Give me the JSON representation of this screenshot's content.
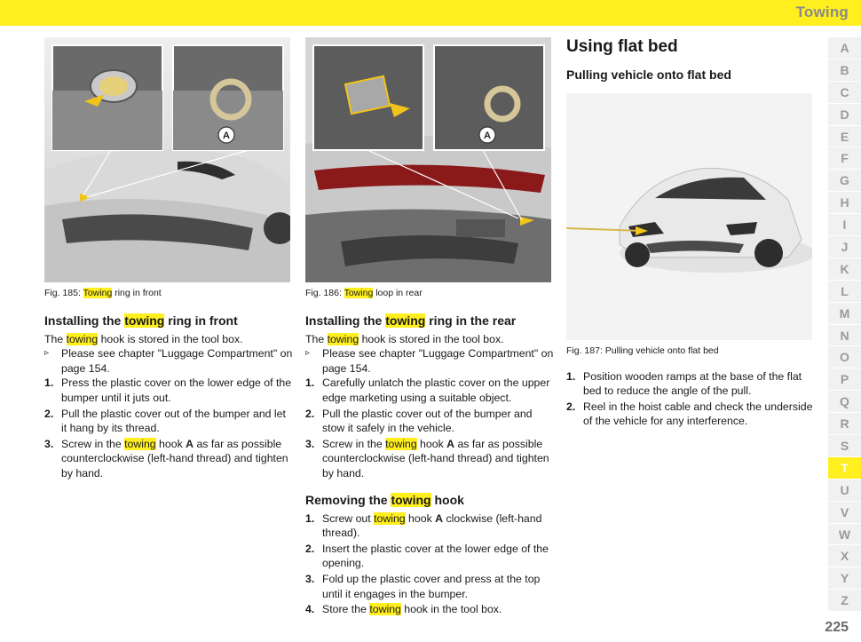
{
  "header": {
    "section": "Towing"
  },
  "col1": {
    "fig_caption": {
      "prefix": "Fig. 185: ",
      "hl": "Towing",
      "suffix": " ring in front"
    },
    "heading": {
      "prefix": "Installing the ",
      "hl": "towing",
      "suffix": " ring in front"
    },
    "intro": {
      "prefix": "The ",
      "hl": "towing",
      "suffix": " hook is stored in the tool box."
    },
    "ref": "Please see chapter \"Luggage Compartment\" on page 154.",
    "steps": [
      {
        "num": "1.",
        "text": "Press the plastic cover on the lower edge of the bumper until it juts out."
      },
      {
        "num": "2.",
        "text": "Pull the plastic cover out of the bumper and let it hang by its thread."
      },
      {
        "num": "3.",
        "pre": "Screw in the ",
        "hl": "towing",
        "mid": " hook ",
        "bold": "A",
        "post": " as far as possible counterclockwise (left-hand thread) and tighten by hand."
      }
    ],
    "marker": "A"
  },
  "col2": {
    "fig_caption": {
      "prefix": "Fig. 186: ",
      "hl": "Towing",
      "suffix": " loop in rear"
    },
    "heading": {
      "prefix": "Installing the ",
      "hl": "towing",
      "suffix": " ring in the rear"
    },
    "intro": {
      "prefix": "The ",
      "hl": "towing",
      "suffix": " hook is stored in the tool box."
    },
    "ref": "Please see chapter \"Luggage Compartment\" on page 154.",
    "steps": [
      {
        "num": "1.",
        "text": "Carefully unlatch the plastic cover on the upper edge marketing using a suitable object."
      },
      {
        "num": "2.",
        "text": "Pull the plastic cover out of the bumper and stow it safely in the vehicle."
      },
      {
        "num": "3.",
        "pre": "Screw in the ",
        "hl": "towing",
        "mid": " hook ",
        "bold": "A",
        "post": " as far as possible counterclockwise (left-hand thread) and tighten by hand."
      }
    ],
    "remove_heading": {
      "prefix": "Removing the ",
      "hl": "towing",
      "suffix": " hook"
    },
    "remove_steps": {
      "s1": {
        "num": "1.",
        "pre": "Screw out ",
        "hl": "towing",
        "mid": " hook ",
        "bold": "A",
        "post": " clockwise (left-hand thread)."
      },
      "s2": {
        "num": "2.",
        "text": "Insert the plastic cover at the lower edge of the opening."
      },
      "s3": {
        "num": "3.",
        "text": "Fold up the plastic cover and press at the top until it engages in the bumper."
      },
      "s4": {
        "num": "4.",
        "pre": "Store the ",
        "hl": "towing",
        "post": " hook in the tool box."
      }
    },
    "marker": "A"
  },
  "col3": {
    "title": "Using flat bed",
    "subtitle": "Pulling vehicle onto flat bed",
    "fig_caption": "Fig. 187: Pulling vehicle onto flat bed",
    "steps": [
      {
        "num": "1.",
        "text": "Position wooden ramps at the base of the flat bed to reduce the angle of the pull."
      },
      {
        "num": "2.",
        "text": "Reel in the hoist cable and check the underside of the vehicle for any interference."
      }
    ]
  },
  "index": {
    "letters": [
      "A",
      "B",
      "C",
      "D",
      "E",
      "F",
      "G",
      "H",
      "I",
      "J",
      "K",
      "L",
      "M",
      "N",
      "O",
      "P",
      "Q",
      "R",
      "S",
      "T",
      "U",
      "V",
      "W",
      "X",
      "Y",
      "Z"
    ],
    "active": "T"
  },
  "page_number": "225",
  "colors": {
    "highlight": "#ffef1f",
    "index_bg": "#f1f1f1",
    "index_text": "#9a9a9a"
  }
}
